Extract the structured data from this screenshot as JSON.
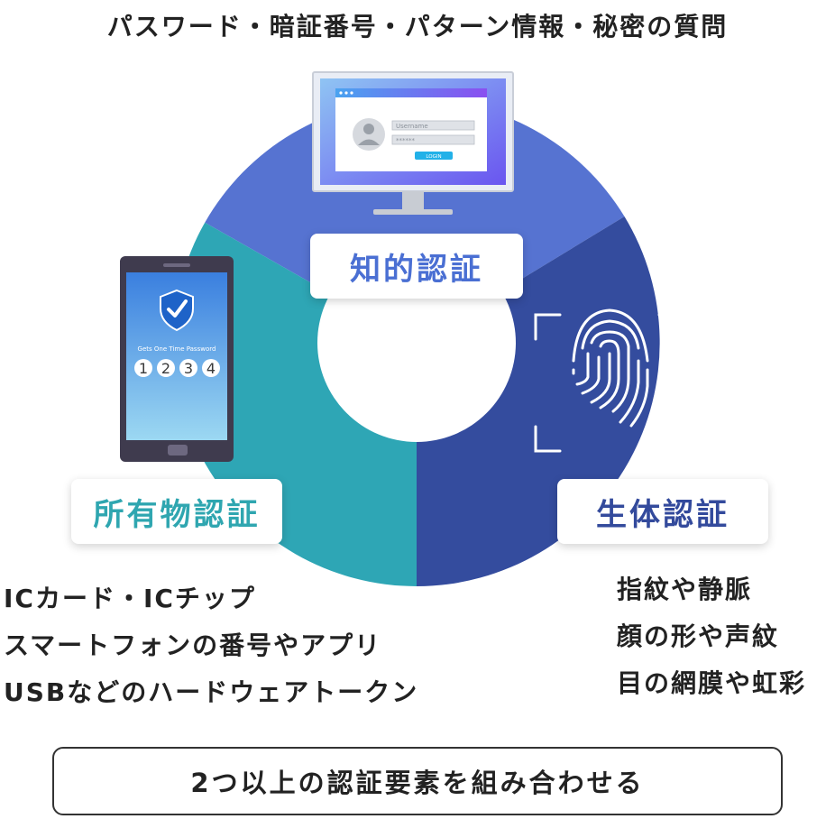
{
  "header": {
    "title": "パスワード・暗証番号・パターン情報・秘密の質問"
  },
  "segments": {
    "knowledge": {
      "label": "知的認証",
      "color": "#5673d1"
    },
    "possession": {
      "label": "所有物認証",
      "color": "#2ea6b5"
    },
    "biometric": {
      "label": "生体認証",
      "color": "#344c9e"
    }
  },
  "monitor": {
    "username_placeholder": "Username",
    "password_mask": "******",
    "login_label": "LOGIN"
  },
  "phone": {
    "otp_caption": "Gets One Time Password",
    "otp_digits": [
      "1",
      "2",
      "3",
      "4"
    ]
  },
  "possession_examples": [
    "ICカード・ICチップ",
    "スマートフォンの番号やアプリ",
    "USBなどのハードウェアトークン"
  ],
  "biometric_examples": [
    "指紋や静脈",
    "顔の形や声紋",
    "目の網膜や虹彩"
  ],
  "footer": {
    "summary": "2つ以上の認証要素を組み合わせる"
  }
}
